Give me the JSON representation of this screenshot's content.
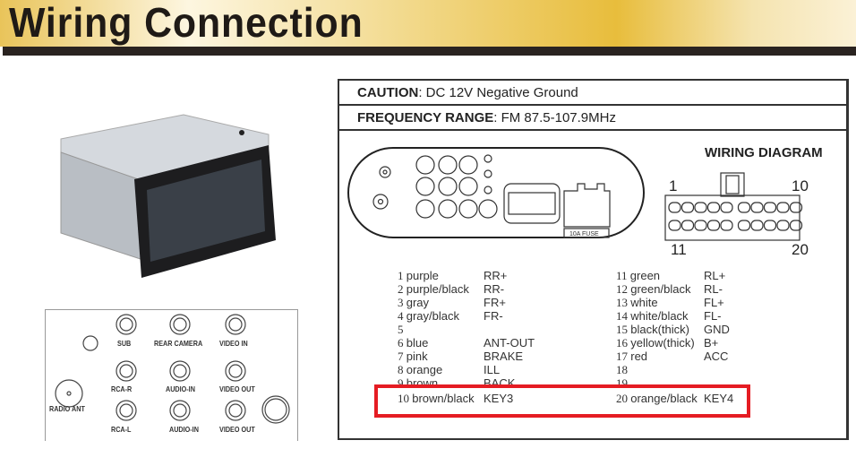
{
  "header": {
    "title": "Wiring Connection"
  },
  "specs": {
    "caution_label": "CAUTION",
    "caution_value": ": DC 12V Negative Ground",
    "freq_label": "FREQUENCY RANGE",
    "freq_value": ": FM 87.5-107.9MHz"
  },
  "diagram": {
    "title": "WIRING DIAGRAM",
    "fuse_label": "10A FUSE",
    "pin_labels": [
      "1",
      "10",
      "11",
      "20"
    ]
  },
  "wires_left": [
    {
      "num": "1",
      "color": "purple",
      "func": "RR+"
    },
    {
      "num": "2",
      "color": "purple/black",
      "func": "RR-"
    },
    {
      "num": "3",
      "color": "gray",
      "func": "FR+"
    },
    {
      "num": "4",
      "color": "gray/black",
      "func": "FR-"
    },
    {
      "num": "5",
      "color": "",
      "func": ""
    },
    {
      "num": "6",
      "color": "blue",
      "func": "ANT-OUT"
    },
    {
      "num": "7",
      "color": "pink",
      "func": "BRAKE"
    },
    {
      "num": "8",
      "color": "orange",
      "func": "ILL"
    },
    {
      "num": "9",
      "color": "brown",
      "func": "BACK"
    },
    {
      "num": "10",
      "color": "brown/black",
      "func": "KEY3"
    }
  ],
  "wires_right": [
    {
      "num": "11",
      "color": "green",
      "func": "RL+"
    },
    {
      "num": "12",
      "color": "green/black",
      "func": "RL-"
    },
    {
      "num": "13",
      "color": "white",
      "func": "FL+"
    },
    {
      "num": "14",
      "color": "white/black",
      "func": "FL-"
    },
    {
      "num": "15",
      "color": "black(thick)",
      "func": "GND"
    },
    {
      "num": "16",
      "color": "yellow(thick)",
      "func": "B+"
    },
    {
      "num": "17",
      "color": "red",
      "func": "ACC"
    },
    {
      "num": "18",
      "color": "",
      "func": ""
    },
    {
      "num": "19",
      "color": "",
      "func": ""
    },
    {
      "num": "20",
      "color": "orange/black",
      "func": "KEY4"
    }
  ],
  "panel": {
    "labels": [
      "SUB",
      "REAR CAMERA",
      "VIDEO IN",
      "RCA-R",
      "AUDIO-IN",
      "VIDEO OUT",
      "RADIO  ANT",
      "RCA-L",
      "AUDIO-IN",
      "VIDEO OUT"
    ]
  },
  "colors": {
    "highlight": "#e51c23",
    "band": "#e8bd3c"
  }
}
